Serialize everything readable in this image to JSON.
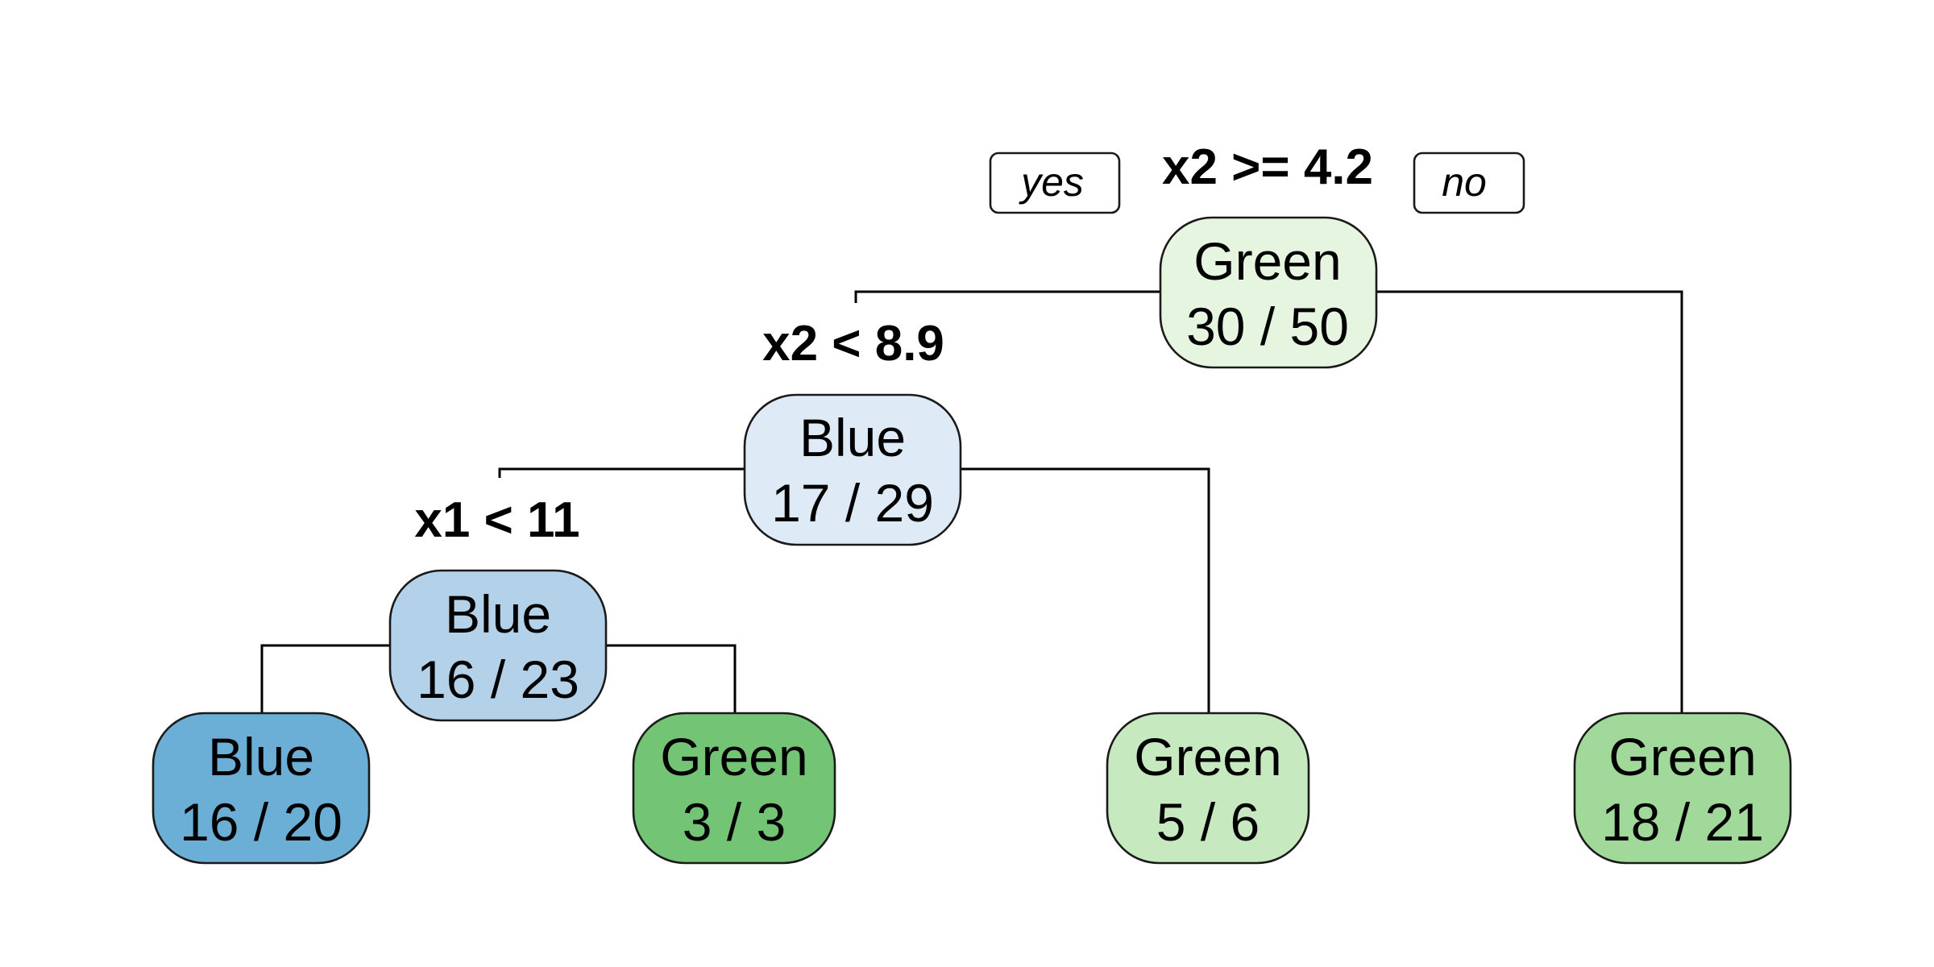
{
  "branch_labels": {
    "yes": "yes",
    "no": "no"
  },
  "nodes": {
    "root": {
      "split": "x2 >= 4.2",
      "class": "Green",
      "count": "30 / 50",
      "fill": "#e5f5e0"
    },
    "n2": {
      "split": "x2 < 8.9",
      "class": "Blue",
      "count": "17 / 29",
      "fill": "#deebf7"
    },
    "n4": {
      "split": "x1 < 11",
      "class": "Blue",
      "count": "16 / 23",
      "fill": "#b3d1e9"
    },
    "leaf1": {
      "class": "Blue",
      "count": "16 / 20",
      "fill": "#6baed6"
    },
    "leaf2": {
      "class": "Green",
      "count": "3 / 3",
      "fill": "#74c476"
    },
    "leaf3": {
      "class": "Green",
      "count": "5 / 6",
      "fill": "#c7e9c0"
    },
    "leaf4": {
      "class": "Green",
      "count": "18 / 21",
      "fill": "#a1d99b"
    }
  }
}
